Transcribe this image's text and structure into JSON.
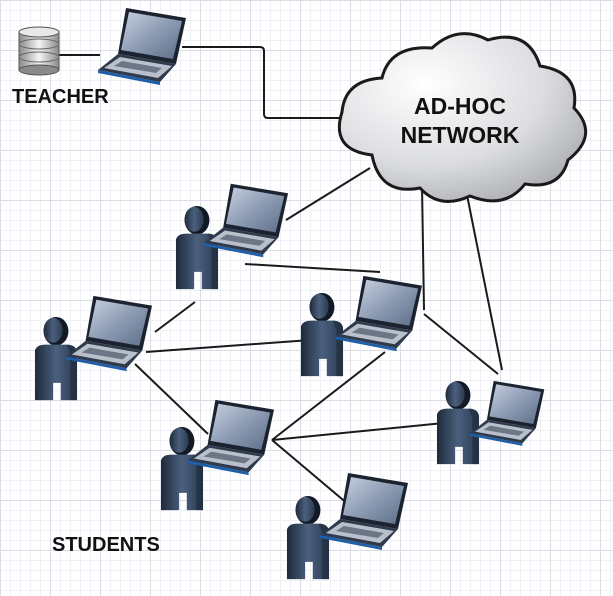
{
  "labels": {
    "teacher": "TEACHER",
    "students": "STUDENTS",
    "network_line1": "AD-HOC",
    "network_line2": "NETWORK"
  },
  "icons": {
    "server": "database-cylinder-icon",
    "laptop": "laptop-icon",
    "person": "person-silhouette-icon",
    "network": "cloud-icon"
  },
  "colors": {
    "grid": "#dcdce6",
    "connection": "#1a1a1a",
    "cloud_fill": "#c9cbd0",
    "laptop_screen": "#8595ad",
    "person_fill": "#3c4f6a"
  }
}
